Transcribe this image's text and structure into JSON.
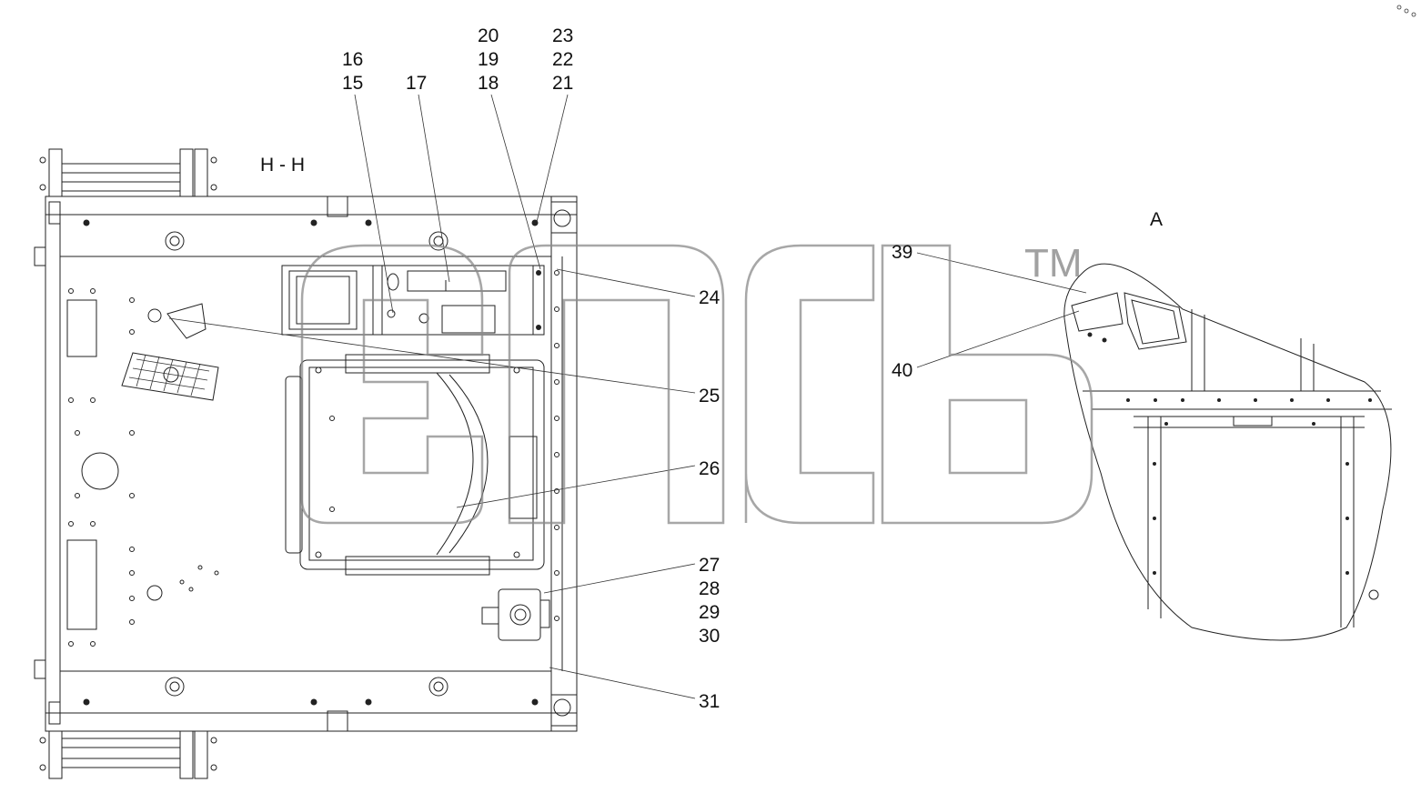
{
  "section_label": "H - H",
  "detail_label": "A",
  "watermark": {
    "trademark": "TM"
  },
  "callouts": [
    {
      "id": "c15",
      "text": "15"
    },
    {
      "id": "c16",
      "text": "16"
    },
    {
      "id": "c17",
      "text": "17"
    },
    {
      "id": "c18",
      "text": "18"
    },
    {
      "id": "c19",
      "text": "19"
    },
    {
      "id": "c20",
      "text": "20"
    },
    {
      "id": "c21",
      "text": "21"
    },
    {
      "id": "c22",
      "text": "22"
    },
    {
      "id": "c23",
      "text": "23"
    },
    {
      "id": "c24",
      "text": "24"
    },
    {
      "id": "c25",
      "text": "25"
    },
    {
      "id": "c26",
      "text": "26"
    },
    {
      "id": "c27",
      "text": "27"
    },
    {
      "id": "c28",
      "text": "28"
    },
    {
      "id": "c29",
      "text": "29"
    },
    {
      "id": "c30",
      "text": "30"
    },
    {
      "id": "c31",
      "text": "31"
    },
    {
      "id": "c39",
      "text": "39"
    },
    {
      "id": "c40",
      "text": "40"
    }
  ]
}
